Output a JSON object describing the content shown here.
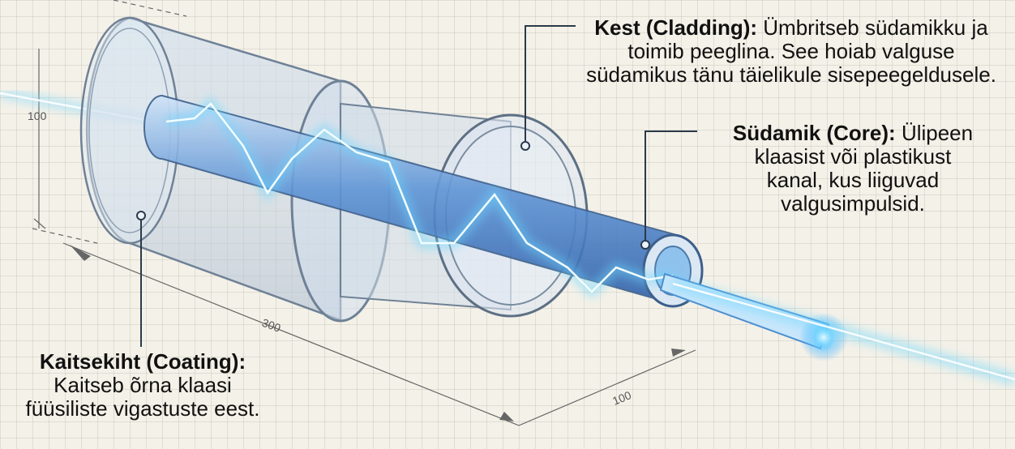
{
  "callouts": {
    "cladding": {
      "term": "Kest (Cladding):",
      "lines": [
        "Ümbritseb südamikku ja",
        "toimib peeglina. See hoiab valguse",
        "südamikus tänu täielikule sisepeegeldusele."
      ]
    },
    "core": {
      "term": "Südamik (Core):",
      "lines": [
        "Ülipeen",
        "klaasist või plastikust",
        "kanal, kus liiguvad",
        "valgusimpulsid."
      ]
    },
    "coating": {
      "term": "Kaitsekiht (Coating):",
      "lines": [
        "Kaitseb õrna klaasi",
        "füüsiliste vigastuste eest."
      ]
    }
  },
  "dimensions": {
    "height": "100",
    "length": "300",
    "core_length": "100"
  }
}
